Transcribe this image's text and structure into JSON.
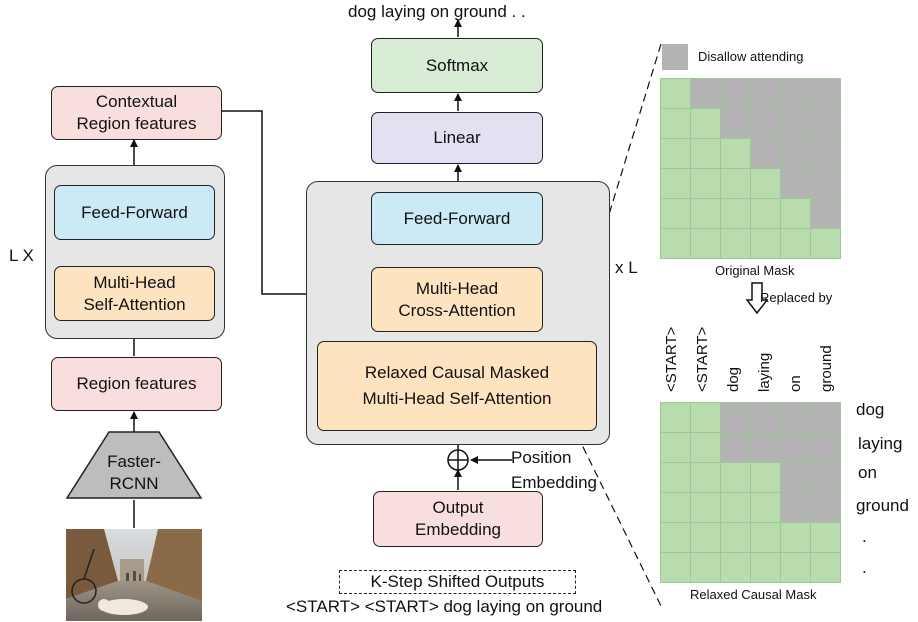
{
  "encoder": {
    "repeat_label": "L X",
    "contextual": "Contextual\nRegion features",
    "feed_forward": "Feed-Forward",
    "self_attention": "Multi-Head\nSelf-Attention",
    "region_features": "Region features",
    "detector": "Faster-\nRCNN"
  },
  "decoder": {
    "output_text": "dog laying on ground . .",
    "softmax": "Softmax",
    "linear": "Linear",
    "feed_forward": "Feed-Forward",
    "cross_attention": "Multi-Head\nCross-Attention",
    "masked_attention": "Relaxed Causal Masked\nMulti-Head Self-Attention",
    "repeat_label": "x L",
    "position_embedding": "Position\nEmbedding",
    "output_embedding": "Output\nEmbedding",
    "shifted_outputs": "K-Step Shifted Outputs",
    "input_sequence": "<START> <START> dog laying on ground"
  },
  "masks": {
    "legend": "Disallow attending",
    "original_caption": "Original Mask",
    "replaced_by": "Replaced by",
    "relaxed_caption": "Relaxed Causal Mask",
    "column_tokens": [
      "<START>",
      "<START>",
      "dog",
      "laying",
      "on",
      "ground"
    ],
    "row_tokens": [
      "dog",
      "laying",
      "on",
      "ground",
      ".",
      "."
    ],
    "original_grid": [
      [
        1,
        0,
        0,
        0,
        0,
        0
      ],
      [
        1,
        1,
        0,
        0,
        0,
        0
      ],
      [
        1,
        1,
        1,
        0,
        0,
        0
      ],
      [
        1,
        1,
        1,
        1,
        0,
        0
      ],
      [
        1,
        1,
        1,
        1,
        1,
        0
      ],
      [
        1,
        1,
        1,
        1,
        1,
        1
      ]
    ],
    "relaxed_grid": [
      [
        1,
        1,
        0,
        0,
        0,
        0
      ],
      [
        1,
        1,
        0,
        0,
        0,
        0
      ],
      [
        1,
        1,
        1,
        1,
        0,
        0
      ],
      [
        1,
        1,
        1,
        1,
        0,
        0
      ],
      [
        1,
        1,
        1,
        1,
        1,
        1
      ],
      [
        1,
        1,
        1,
        1,
        1,
        1
      ]
    ],
    "colors": {
      "allowed": "#b9dcae",
      "disallowed": "#b3b3b3"
    }
  }
}
